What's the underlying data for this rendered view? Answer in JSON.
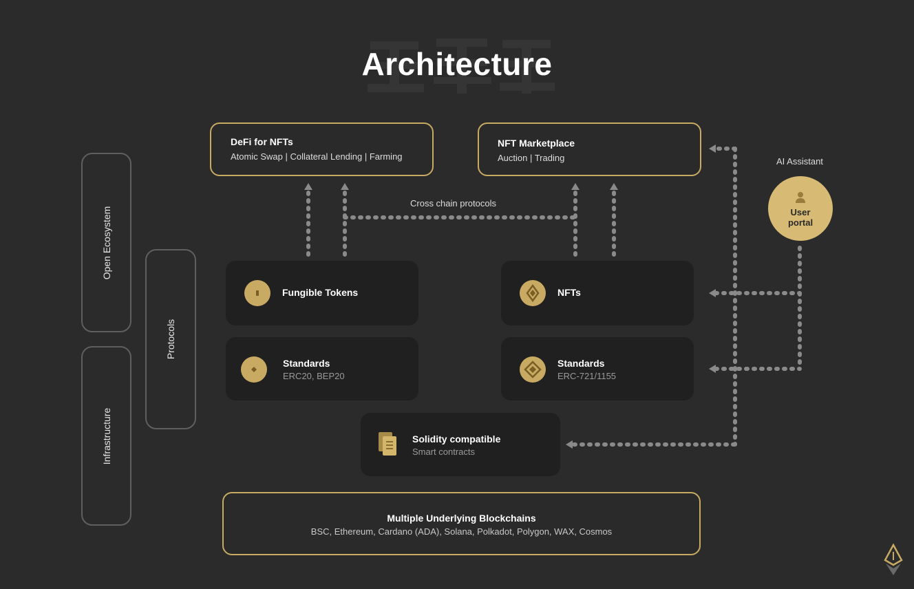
{
  "title": "Architecture",
  "colors": {
    "background": "#2b2b2b",
    "gold": "#c9aa63",
    "card": "#202020",
    "outline": "#5f5f5f",
    "arrow": "#8a8a8a"
  },
  "side": {
    "open_ecosystem": "Open Ecosystem",
    "infrastructure": "Infrastructure",
    "protocols": "Protocols"
  },
  "defi": {
    "title": "DeFi for NFTs",
    "subtitle": "Atomic Swap | Collateral Lending | Farming"
  },
  "marketplace": {
    "title": "NFT Marketplace",
    "subtitle": "Auction | Trading"
  },
  "cross_chain_label": "Cross  chain protocols",
  "ai_assistant": "AI Assistant",
  "user_portal": {
    "line1": "User",
    "line2": "portal",
    "icon": "user-icon"
  },
  "fungible": {
    "title": "Fungible Tokens",
    "icon": "coin-icon"
  },
  "nfts": {
    "title": "NFTs",
    "icon": "diamond-icon"
  },
  "standards_left": {
    "title": "Standards",
    "subtitle": "ERC20, BEP20",
    "icon": "coin-icon"
  },
  "standards_right": {
    "title": "Standards",
    "subtitle": "ERC-721/1155",
    "icon": "diamond-icon"
  },
  "solidity": {
    "title": "Solidity compatible",
    "subtitle": "Smart contracts",
    "icon": "documents-icon"
  },
  "blockchains": {
    "title": "Multiple Underlying Blockchains",
    "subtitle": "BSC, Ethereum, Cardano (ADA), Solana, Polkadot, Polygon, WAX, Cosmos"
  },
  "logo_icon": "ethereum-logo-icon"
}
